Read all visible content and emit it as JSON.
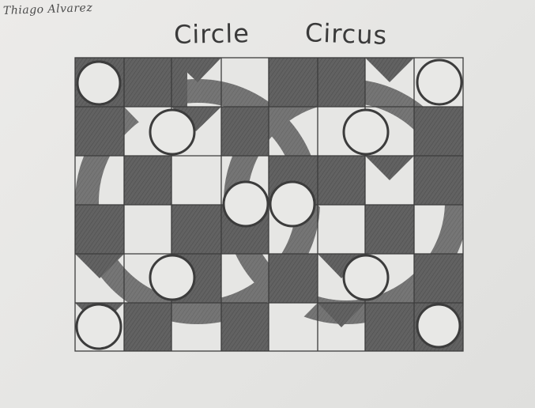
{
  "artist_name": "Thiago Alvarez",
  "title": {
    "word1": "Circle",
    "word2": "Circus"
  },
  "colors": {
    "paper": "#e9e9e7",
    "pencil_shade": "#5d5d5d",
    "pencil_line": "#3c3c3c"
  }
}
